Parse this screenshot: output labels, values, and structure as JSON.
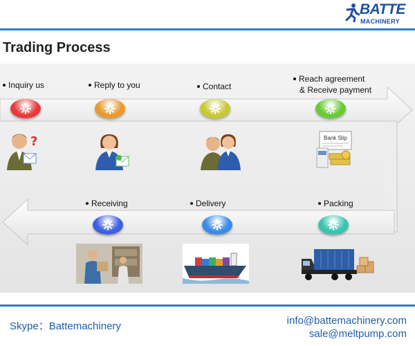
{
  "brand": {
    "name": "BATTE",
    "sub": "MACHINERY"
  },
  "title": "Trading Process",
  "steps": {
    "inquiry": {
      "label": "Inquiry us",
      "color": "#e83a3a"
    },
    "reply": {
      "label": "Reply to you",
      "color": "#e89a2e"
    },
    "contact": {
      "label": "Contact",
      "color": "#c8c832"
    },
    "agreement": {
      "line1": "Reach agreement",
      "line2": "& Receive payment",
      "color": "#66cc33"
    },
    "packing": {
      "label": "Packing",
      "color": "#38c4b0"
    },
    "delivery": {
      "label": "Delivery",
      "color": "#3a8ae6"
    },
    "receiving": {
      "label": "Receiving",
      "color": "#3d5fe0"
    }
  },
  "bank_slip": "Bank Slip",
  "footer": {
    "skype": "Skype：Battemachinery",
    "email1": "info@battemachinery.com",
    "email2": "sale@meltpump.com"
  }
}
